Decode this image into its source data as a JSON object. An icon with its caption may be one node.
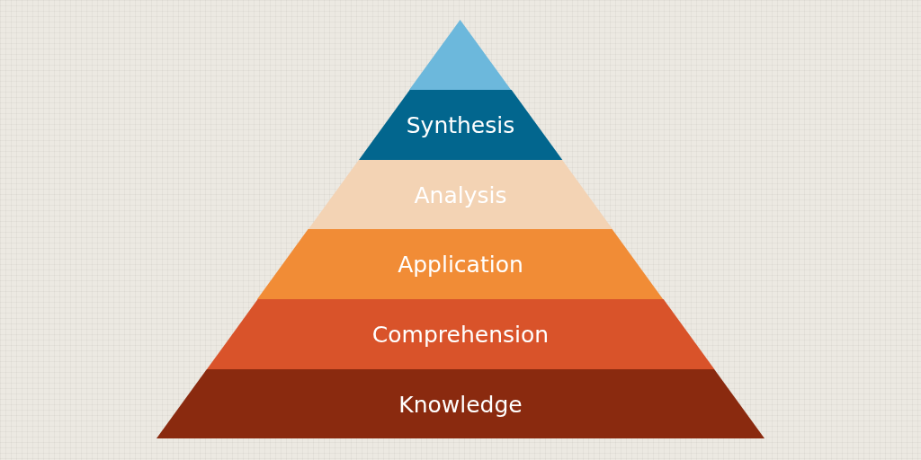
{
  "diagram": {
    "nodes": [
      {
        "text": [],
        "shape": "triangle"
      },
      {
        "text": [
          "Synthesis"
        ]
      },
      {
        "text": [
          "Analysis"
        ]
      },
      {
        "text": [
          "Application"
        ]
      },
      {
        "text": [
          "Comprehension"
        ]
      },
      {
        "text": [
          "Knowledge"
        ]
      }
    ],
    "edges": []
  }
}
